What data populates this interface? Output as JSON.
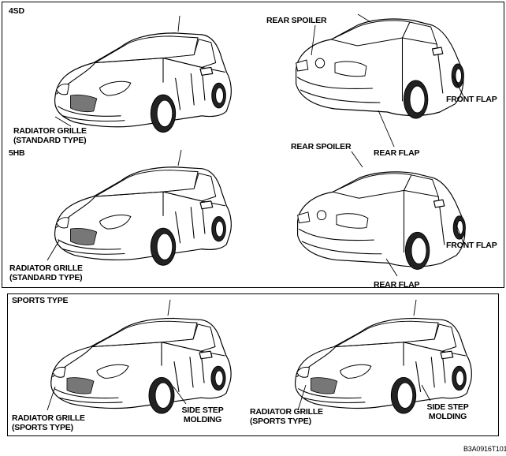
{
  "section_4sd": "4SD",
  "section_5hb": "5HB",
  "section_sports": "SPORTS TYPE",
  "labels": {
    "grille_std_4sd_1": "RADIATOR GRILLE",
    "grille_std_4sd_2": "(STANDARD TYPE)",
    "rear_spoiler_4sd": "REAR SPOILER",
    "front_flap_4sd": "FRONT FLAP",
    "rear_flap_4sd": "REAR FLAP",
    "rear_spoiler_5hb": "REAR SPOILER",
    "grille_std_5hb_1": "RADIATOR GRILLE",
    "grille_std_5hb_2": "(STANDARD TYPE)",
    "front_flap_5hb": "FRONT FLAP",
    "rear_flap_5hb": "REAR FLAP",
    "grille_sports_1_1": "RADIATOR GRILLE",
    "grille_sports_1_2": "(SPORTS TYPE)",
    "side_step_1_1": "SIDE STEP",
    "side_step_1_2": "MOLDING",
    "grille_sports_2_1": "RADIATOR GRILLE",
    "grille_sports_2_2": "(SPORTS TYPE)",
    "side_step_2_1": "SIDE STEP",
    "side_step_2_2": "MOLDING"
  },
  "figure_code": "B3A0916T101"
}
